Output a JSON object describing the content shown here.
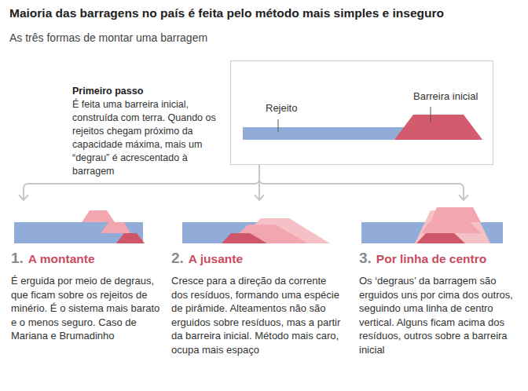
{
  "diagram": {
    "title": "Maioria das barragens no país é feita pelo método mais simples e inseguro",
    "nodes": [
      {
        "text": [
          "Rejeito",
          "Barreira inicial"
        ]
      },
      {
        "text": [
          "1.",
          "A montante",
          "É erguida por meio de degraus, que ficam sobre os rejeitos de minério. É o sistema mais barato e o menos seguro. Caso de Mariana e Brumadinho"
        ]
      },
      {
        "text": [
          "2.",
          "A jusante",
          "Cresce para a direção da corrente dos resíduos, formando uma espécie de pirâmide. Alteamentos não são erguidos sobre resíduos, mas a partir da barreira inicial. Método mais caro, ocupa mais espaço"
        ]
      },
      {
        "text": [
          "3.",
          "Por linha de centro",
          "Os ‘degraus’ da barragem são erguidos uns por cima dos outros, seguindo uma linha de centro vertical. Alguns ficam acima dos resíduos, outros sobre a barreira inicial"
        ]
      }
    ],
    "edges": [
      {
        "from": 0,
        "to": 1,
        "arrow": "to"
      },
      {
        "from": 0,
        "to": 2,
        "arrow": "to"
      },
      {
        "from": 0,
        "to": 3,
        "arrow": "to"
      }
    ],
    "labels": [
      "As três formas de montar uma barragem",
      "Primeiro passo",
      "É feita uma barreira inicial, construída com terra. Quando os rejeitos chegam próximo da capacidade máxima, mais um “degrau” é acrescentado à barragem"
    ]
  }
}
